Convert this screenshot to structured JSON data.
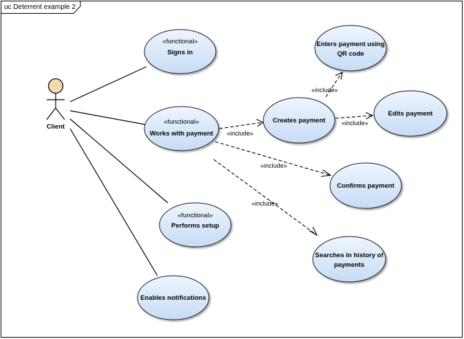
{
  "diagram": {
    "title": "uc Deterrent example 2",
    "actor": {
      "name": "Client"
    },
    "use_cases": {
      "signs_in": {
        "stereotype": "«functional»",
        "name": "Signs in"
      },
      "works_with_payment": {
        "stereotype": "«functional»",
        "name": "Works with payment"
      },
      "performs_setup": {
        "stereotype": "«functional»",
        "name": "Performs setup"
      },
      "enables_notifications": {
        "name": "Enables notifications"
      },
      "creates_payment": {
        "name": "Creates payment"
      },
      "enters_payment_qr": {
        "line1": "Enters payment using",
        "line2": "QR code"
      },
      "edits_payment": {
        "name": "Edits payment"
      },
      "confirms_payment": {
        "name": "Confirms payment"
      },
      "searches_history": {
        "line1": "Searches in history of",
        "line2": "payments"
      }
    },
    "relations": {
      "include_works_creates": "«include»",
      "include_creates_enters": "«include»",
      "include_creates_edits": "«include»",
      "include_works_confirms": "«include»",
      "include_works_searches": "«include»"
    },
    "colors": {
      "usecase_fill_top": "#eef5ff",
      "usecase_fill_bottom": "#c6dcf5",
      "usecase_stroke": "#1a1a1a",
      "actor_head_fill": "#f6d8b0",
      "line": "#000000"
    }
  }
}
